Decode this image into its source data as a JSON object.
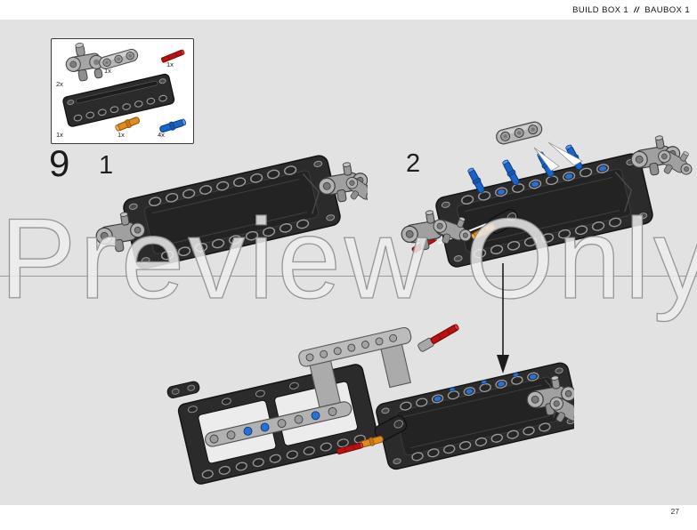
{
  "header": {
    "build_box_label": "BUILD BOX 1",
    "separator": "//",
    "baubox_label": "BAUBOX 1"
  },
  "step": {
    "number": "9"
  },
  "substeps": [
    {
      "label": "1"
    },
    {
      "label": "2"
    }
  ],
  "parts_box": {
    "items": [
      {
        "name": "axle-and-pin-connector-block",
        "qty": "2x",
        "color": "#a5a5a5"
      },
      {
        "name": "thin-liftarm-1x3-gray",
        "qty": "1x",
        "color": "#b5b5b5"
      },
      {
        "name": "axle-3l-dark-red",
        "qty": "1x",
        "color": "#b01212"
      },
      {
        "name": "technic-flat-panel-black",
        "qty": "1x",
        "color": "#2b2b2b"
      },
      {
        "name": "pin-3l-orange",
        "qty": "1x",
        "color": "#e28a1e"
      },
      {
        "name": "pin-3l-blue",
        "qty": "4x",
        "color": "#1a63c8"
      }
    ]
  },
  "watermark": "Preview Only",
  "page_number": "27",
  "colors": {
    "canvas": "#e2e2e2",
    "paper": "#ffffff",
    "divider_line": "#9b9b9b",
    "ink": "#1b1b1b",
    "part_black": "#2b2b2b",
    "part_gray": "#a5a5a5",
    "pin_blue": "#1a63c8",
    "pin_orange": "#e28a1e",
    "axle_red": "#bb1111"
  }
}
